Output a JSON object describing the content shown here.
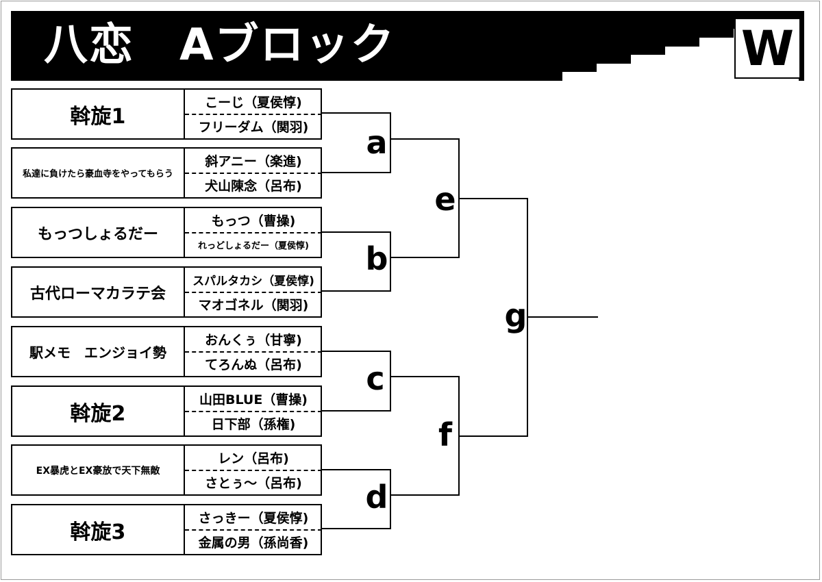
{
  "header": {
    "title": "八恋　Aブロック",
    "badge": "W"
  },
  "teams": [
    {
      "name": "斡旋1",
      "players": [
        "こーじ（夏侯惇)",
        "フリーダム（関羽)"
      ]
    },
    {
      "name": "私達に負けたら豪血寺をやってもらう",
      "players": [
        "斜アニー（楽進)",
        "犬山陳念（呂布)"
      ]
    },
    {
      "name": "もっつしょるだー",
      "players": [
        "もっつ（曹操)",
        "れっどしょるだー（夏侯惇)"
      ]
    },
    {
      "name": "古代ローマカラテ会",
      "players": [
        "スパルタカシ（夏侯惇)",
        "マオゴネル（関羽)"
      ]
    },
    {
      "name": "駅メモ　エンジョイ勢",
      "players": [
        "おんくぅ（甘寧)",
        "てろんぬ（呂布)"
      ]
    },
    {
      "name": "斡旋2",
      "players": [
        "山田BLUE（曹操)",
        "日下部（孫権)"
      ]
    },
    {
      "name": "EX暴虎とEX豪放で天下無敵",
      "players": [
        "レン（呂布)",
        "さとぅ～（呂布)"
      ]
    },
    {
      "name": "斡旋3",
      "players": [
        "さっきー（夏侯惇)",
        "金属の男（孫尚香)"
      ]
    }
  ],
  "matches": {
    "a": "a",
    "b": "b",
    "c": "c",
    "d": "d",
    "e": "e",
    "f": "f",
    "g": "g"
  }
}
